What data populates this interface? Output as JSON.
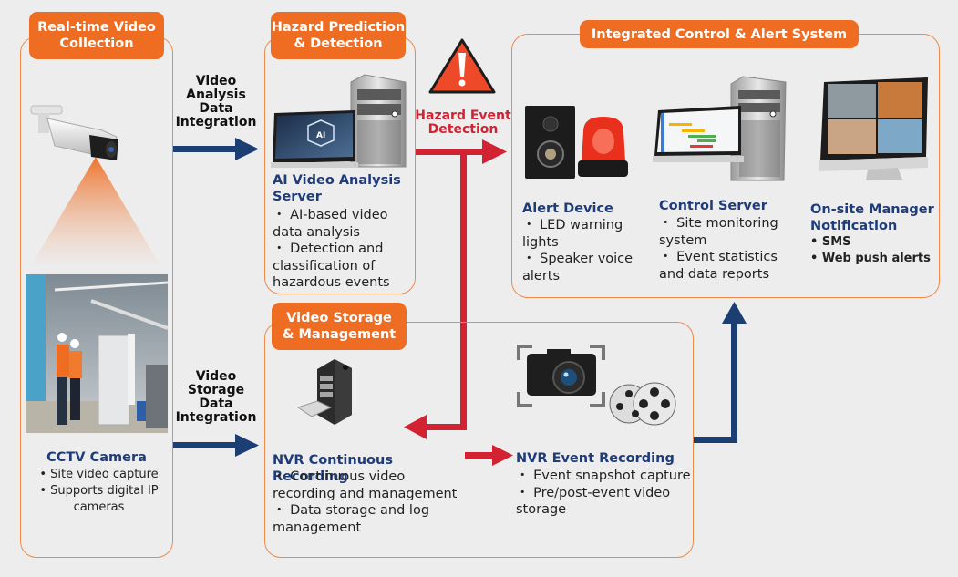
{
  "colors": {
    "accent_orange": "#ee6d23",
    "panel_border": "#ef8a4c",
    "heading_blue": "#1f3c78",
    "arrow_blue": "#1b3e73",
    "arrow_red": "#d32231",
    "background": "#ededee"
  },
  "panels": {
    "collection": {
      "title": "Real-time Video\nCollection",
      "device": {
        "name": "CCTV Camera",
        "icon": "cctv-camera-icon",
        "photo": "industrial-site-workers-photo",
        "bullets": [
          "• Site video capture",
          "• Supports digital IP",
          "cameras"
        ]
      }
    },
    "prediction": {
      "title": "Hazard Prediction\n& Detection",
      "device": {
        "name": "AI Video Analysis\nServer",
        "icon": "ai-server-icon",
        "bullets": [
          "・ AI-based video data analysis",
          "・ Detection and classification of hazardous events"
        ]
      }
    },
    "storage": {
      "title": "Video Storage\n& Management",
      "devices": [
        {
          "name": "NVR Continuous Recording",
          "icon": "nvr-rack-icon",
          "bullets": [
            "・ Continuous video recording and management",
            "・ Data storage and log management"
          ]
        },
        {
          "name": "NVR Event Recording",
          "icon": "camera-film-reel-icon",
          "bullets": [
            "・ Event snapshot capture",
            "・ Pre/post-event video storage"
          ]
        }
      ]
    },
    "control": {
      "title": "Integrated Control & Alert System",
      "devices": [
        {
          "name": "Alert Device",
          "icon": "speaker-beacon-icon",
          "bullets": [
            "・ LED warning lights",
            "・ Speaker voice alerts"
          ]
        },
        {
          "name": "Control Server",
          "icon": "control-server-icon",
          "bullets": [
            "・ Site monitoring system",
            "・ Event statistics and data reports"
          ]
        },
        {
          "name": "On-site Manager\nNotification",
          "icon": "monitor-dashboard-icon",
          "bullets": [
            "• SMS",
            "• Web push alerts"
          ]
        }
      ]
    }
  },
  "flows": {
    "analysis_integration": "Video\nAnalysis\nData\nIntegration",
    "storage_integration": "Video\nStorage\nData\nIntegration",
    "hazard_event": "Hazard Event\nDetection",
    "hazard_icon": "warning-triangle-icon"
  }
}
